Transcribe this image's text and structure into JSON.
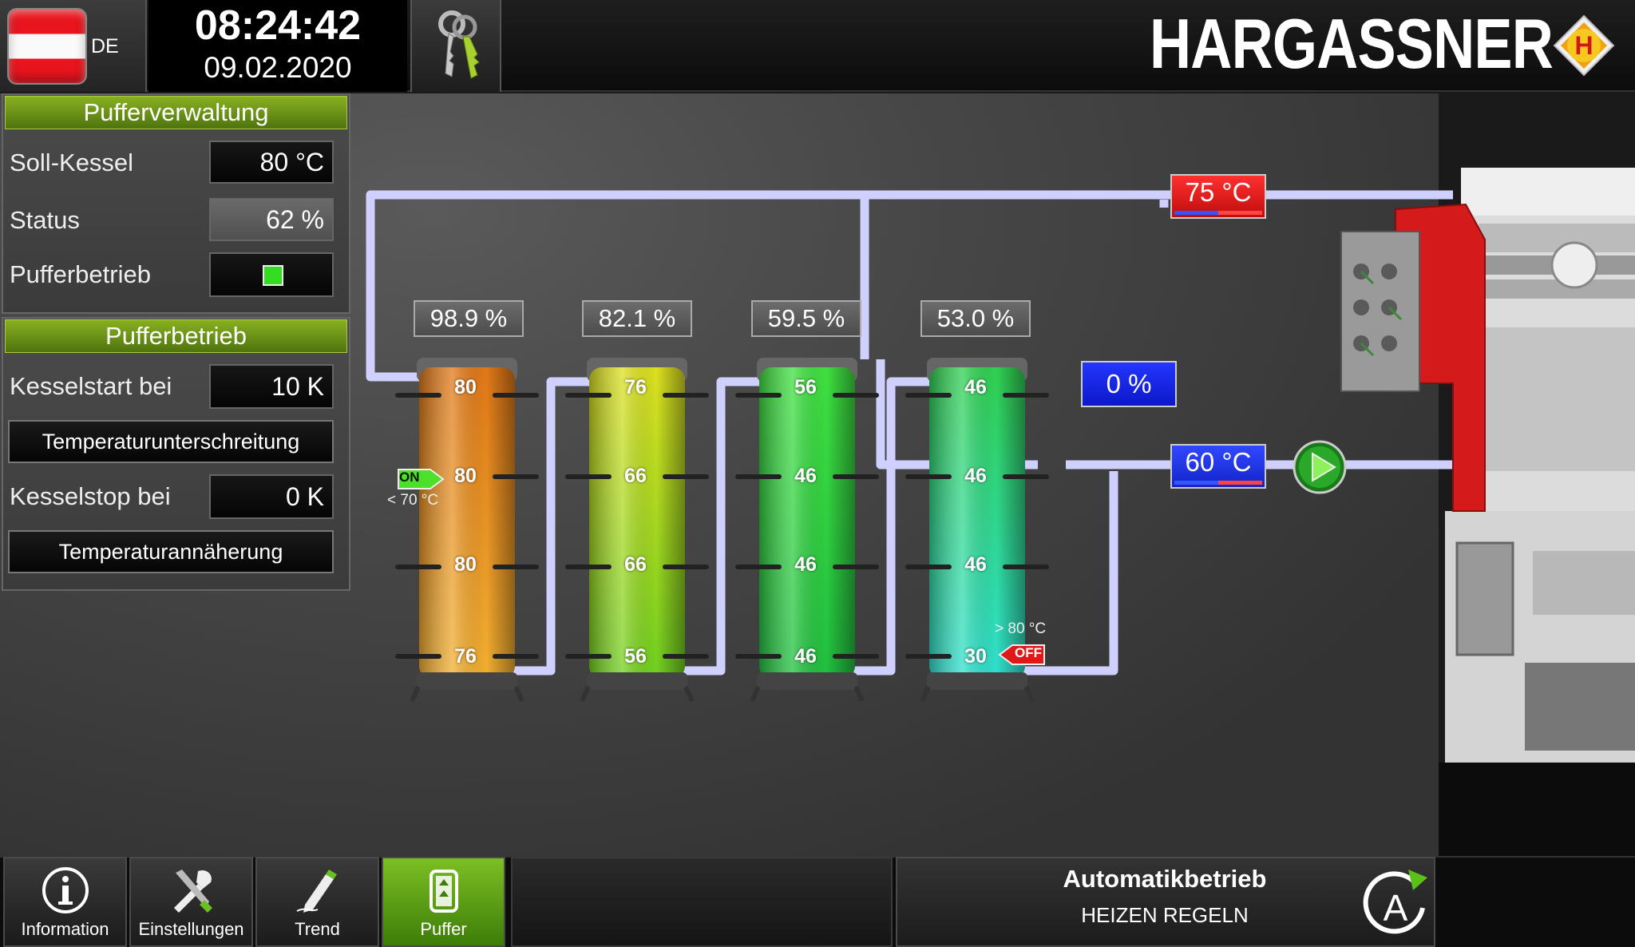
{
  "header": {
    "language_code": "DE",
    "time": "08:24:42",
    "date": "09.02.2020",
    "brand": "HARGASSNER",
    "logo_letter": "H"
  },
  "buffer_management": {
    "title": "Pufferverwaltung",
    "soll_kessel_label": "Soll-Kessel",
    "soll_kessel_value": "80 °C",
    "status_label": "Status",
    "status_value": "62 %",
    "pufferbetrieb_label": "Pufferbetrieb",
    "pufferbetrieb_indicator_color": "#33dd22"
  },
  "buffer_operation": {
    "title": "Pufferbetrieb",
    "kesselstart_label": "Kesselstart bei",
    "kesselstart_value": "10 K",
    "start_mode_button": "Temperaturunterschreitung",
    "kesselstop_label": "Kesselstop bei",
    "kesselstop_value": "0 K",
    "stop_mode_button": "Temperaturannäherung"
  },
  "tanks": [
    {
      "percent": "98.9 %",
      "temps": [
        "80",
        "80",
        "80",
        "76"
      ],
      "colors": [
        "#e07818",
        "#f2b030"
      ]
    },
    {
      "percent": "82.1 %",
      "temps": [
        "76",
        "66",
        "66",
        "56"
      ],
      "colors": [
        "#dde020",
        "#70d020"
      ]
    },
    {
      "percent": "59.5 %",
      "temps": [
        "56",
        "46",
        "46",
        "46"
      ],
      "colors": [
        "#40e040",
        "#20c040"
      ]
    },
    {
      "percent": "53.0 %",
      "temps": [
        "46",
        "46",
        "46",
        "30"
      ],
      "colors": [
        "#30d050",
        "#30e0d0"
      ]
    }
  ],
  "markers": {
    "on_label": "ON",
    "on_condition": "< 70 °C",
    "off_label": "OFF",
    "off_condition": "> 80 °C"
  },
  "circuit": {
    "supply_temp": "75 °C",
    "mixer_percent": "0 %",
    "return_temp": "60 °C"
  },
  "nav": {
    "information": "Information",
    "einstellungen": "Einstellungen",
    "trend": "Trend",
    "puffer": "Puffer"
  },
  "mode": {
    "title": "Automatikbetrieb",
    "subtitle": "HEIZEN REGELN"
  },
  "colors": {
    "accent_green": "#6aa818",
    "supply_red": "#e01818",
    "mixer_blue": "#1020e0",
    "return_blue": "#2030d0"
  }
}
